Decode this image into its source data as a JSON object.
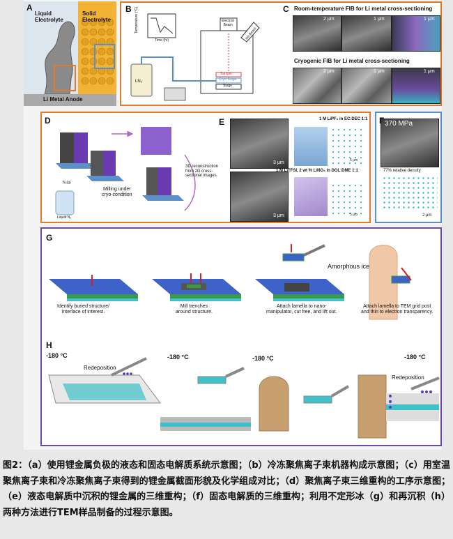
{
  "panelA": {
    "letter": "A",
    "liquid": "Liquid\nElectrolyte",
    "solid": "Solid\nElectrolyte",
    "anode": "Li Metal Anode"
  },
  "panelB": {
    "letter": "B",
    "temp_axis": "Temperature (°C)",
    "time_axis": "Time (hr)",
    "electron_beam": "Electron\nBeam",
    "ion_beam": "Ion Beam",
    "sample": "Sample",
    "cryo_stage": "Cryo-Stage",
    "stage": "Stage",
    "ln2": "LN₂"
  },
  "panelC": {
    "letter": "C",
    "rt_title": "Room-temperature FIB for Li metal cross-sectioning",
    "cryo_title": "Cryogenic FIB for Li metal cross-sectioning",
    "scale_2um": "2 μm",
    "scale_1um": "1 μm"
  },
  "panelD": {
    "letter": "D",
    "ln2_label": "N₂(g)",
    "ln2_bottle": "Liquid N₂",
    "milling": "Milling under\ncryo-condition",
    "recon": "3D reconstruction\nfrom 2D cross-\nsectional images"
  },
  "panelE": {
    "letter": "E",
    "top": "1 M LiPF₆ in EC:DEC 1:1",
    "bottom": "1 M LiTFSI, 2 wt % LiNO₃ in DOL:DME 1:1",
    "scale_3um": "3 μm",
    "scale_5um": "5 μm"
  },
  "panelF": {
    "letter": "F",
    "mpa": "370 MPa",
    "density": "77% relative density",
    "scale": "2 μm"
  },
  "panelG": {
    "letter": "G",
    "amorphous": "Amorphous ice",
    "step1": "Identify buried structure/\ninterface of interest.",
    "step2": "Mill trenches\naround structure.",
    "step3": "Attach lamella to nano-\nmanipulator, cut free, and lift out.",
    "step4": "Attach lamella to TEM grid post\nand thin to electron transparency."
  },
  "panelH": {
    "letter": "H",
    "temp": "-180 °C",
    "redeposition": "Redeposition"
  },
  "caption": "图2：（a）使用锂金属负极的液态和固态电解质系统示意图；（b）冷冻聚焦离子束机器构成示意图；（c）用室温聚焦离子束和冷冻聚焦离子束得到的锂金属截面形貌及化学组成对比；（d）聚焦离子束三维重构的工序示意图；（e）液态电解质中沉积的锂金属的三维重构；（f）固态电解质的三维重构；利用不定形冰（g）和再沉积（h）两种方法进行TEM样品制备的过程示意图。",
  "colors": {
    "orange": "#e07b2e",
    "blue": "#5a8fc8",
    "purple": "#6b4b9e",
    "teal": "#3fc1c9",
    "green": "#3a9a4a",
    "substrate_blue": "#3d62c8"
  }
}
